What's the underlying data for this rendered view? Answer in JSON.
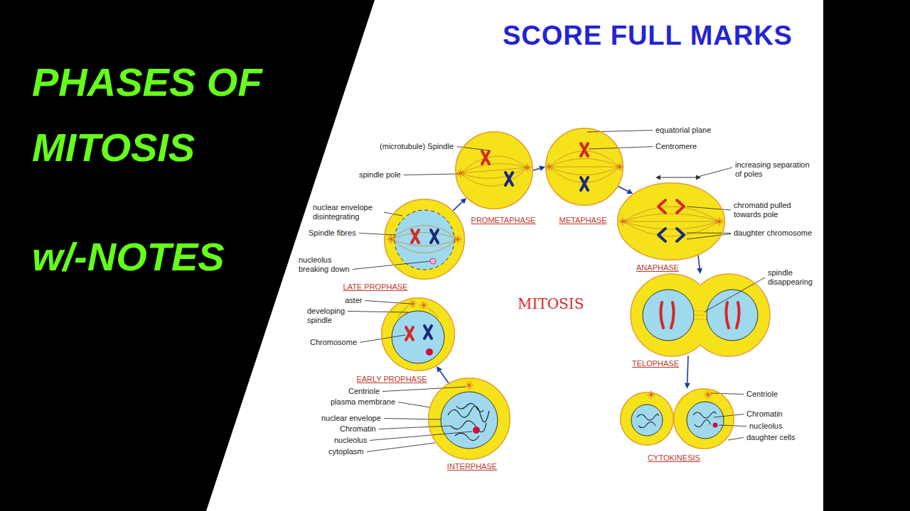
{
  "diagram": {
    "title": "PHASES OF MITOSIS",
    "nodes": [
      {
        "text": [
          "INTERPHASE"
        ]
      },
      {
        "text": [
          "EARLY PROPHASE"
        ]
      },
      {
        "text": [
          "LATE PROPHASE"
        ]
      },
      {
        "text": [
          "PROMETAPHASE"
        ]
      },
      {
        "text": [
          "METAPHASE"
        ]
      },
      {
        "text": [
          "ANAPHASE"
        ]
      },
      {
        "text": [
          "TELOPHASE"
        ]
      },
      {
        "text": [
          "CYTOKINESIS"
        ]
      }
    ],
    "edges": [
      {
        "from": 0,
        "to": 1,
        "arrow": "to"
      },
      {
        "from": 2,
        "to": 3,
        "arrow": "to"
      },
      {
        "from": 3,
        "to": 4,
        "arrow": "to"
      },
      {
        "from": 4,
        "to": 5,
        "arrow": "to"
      },
      {
        "from": 5,
        "to": 6,
        "arrow": "to"
      },
      {
        "from": 6,
        "to": 7,
        "arrow": "to"
      }
    ],
    "labels": [
      "SCORE FULL MARKS",
      "w/-NOTES",
      "MITOSIS",
      "(microtubule) Spindle",
      "spindle pole",
      "nuclear envelope disintegrating",
      "Spindle fibres",
      "nucleolus breaking down",
      "aster",
      "developing spindle",
      "Chromosome",
      "Centriole",
      "plasma membrane",
      "nuclear envelope",
      "Chromatin",
      "nucleolus",
      "cytoplasm",
      "equatorial plane",
      "Centromere",
      "increasing separation of poles",
      "chromatid pulled towards pole",
      "daughter chromosome",
      "spindle disappearing",
      "Centriole",
      "Chromatin",
      "nucleolus",
      "daughter cells"
    ]
  }
}
